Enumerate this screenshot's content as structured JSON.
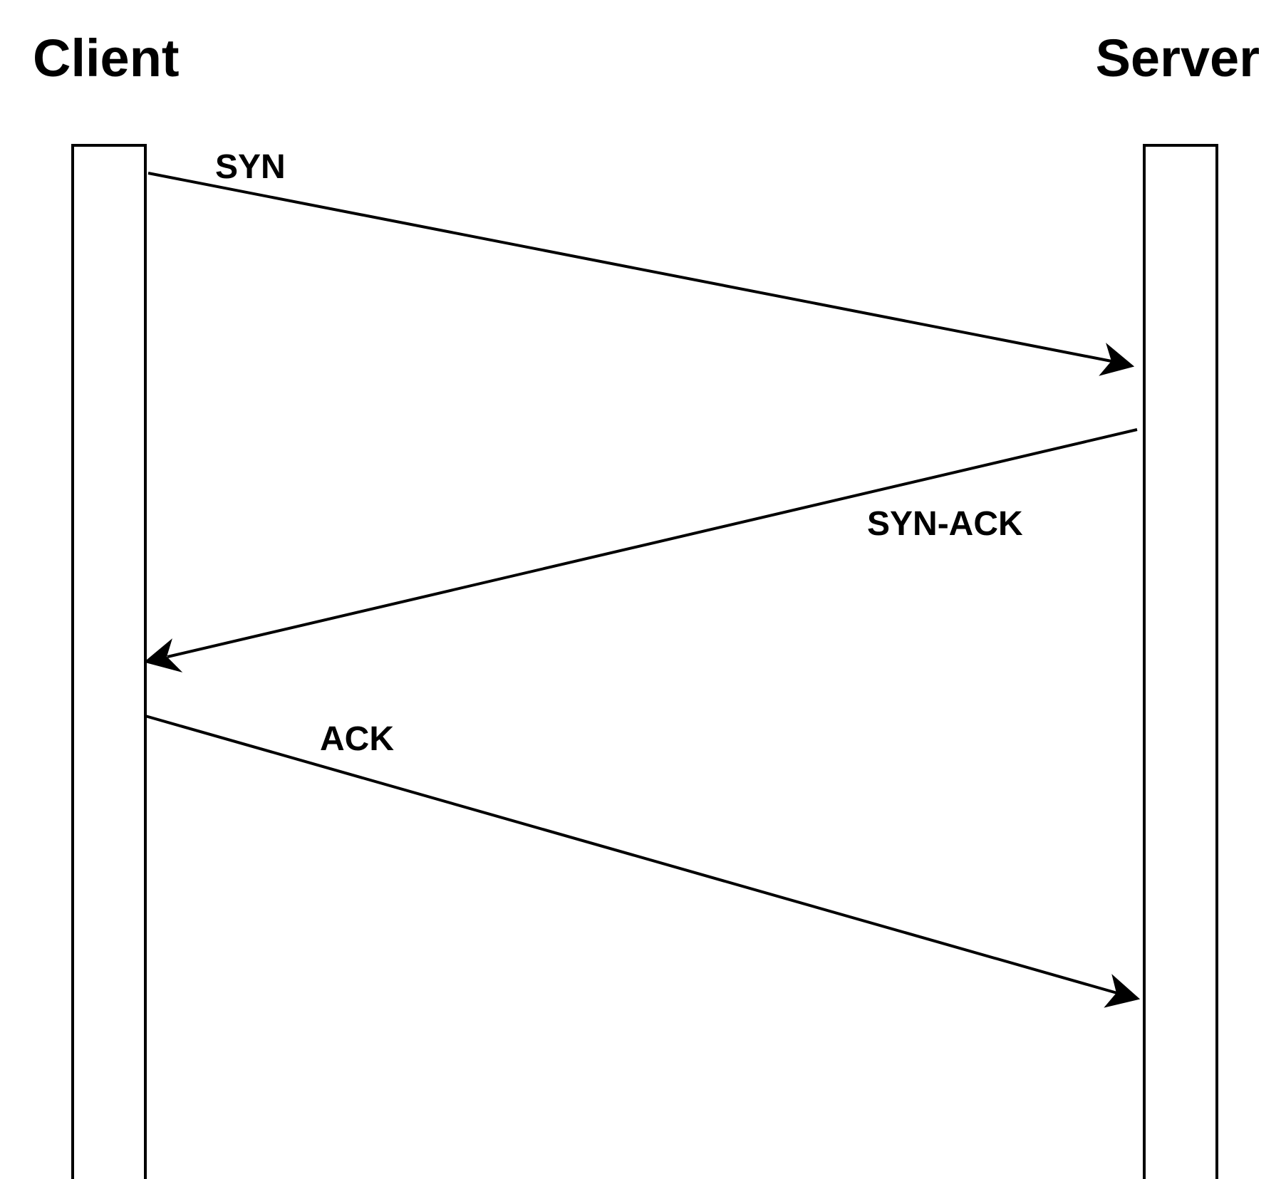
{
  "participants": {
    "client": {
      "label": "Client"
    },
    "server": {
      "label": "Server"
    }
  },
  "messages": [
    {
      "id": "syn",
      "label": "SYN",
      "from": "client",
      "to": "server"
    },
    {
      "id": "syn-ack",
      "label": "SYN-ACK",
      "from": "server",
      "to": "client"
    },
    {
      "id": "ack",
      "label": "ACK",
      "from": "client",
      "to": "server"
    }
  ],
  "colors": {
    "line": "#000000",
    "background": "#ffffff"
  }
}
